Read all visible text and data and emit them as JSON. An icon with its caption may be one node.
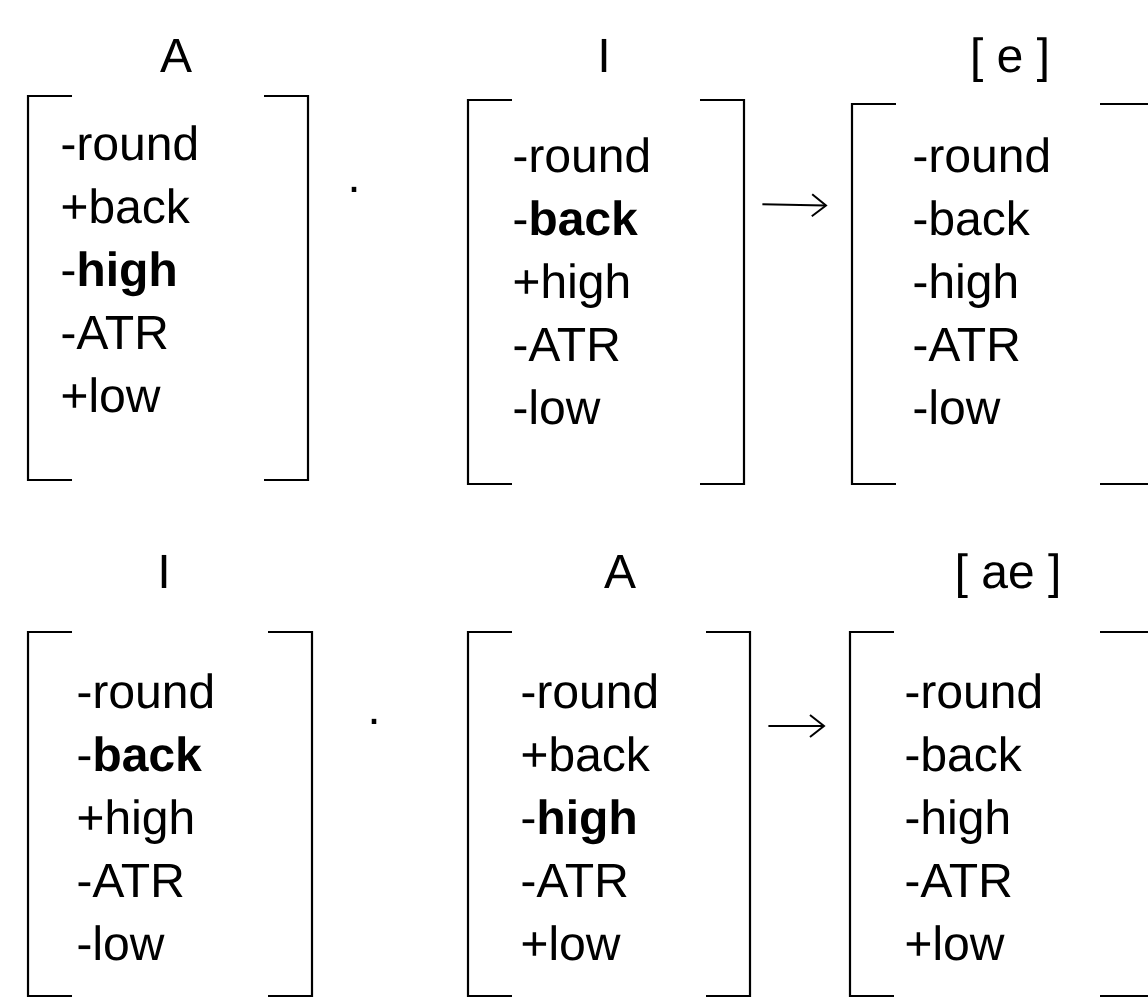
{
  "diagram": {
    "nodes": [
      {
        "text": [
          "A",
          "-round",
          "+back",
          "-**high**",
          "-ATR",
          "+low"
        ]
      },
      {
        "text": [
          "I",
          "-round",
          "-**back**",
          "+high",
          "-ATR",
          "-low"
        ]
      },
      {
        "text": [
          "[ e ]",
          "-round",
          "-back",
          "-high",
          "-ATR",
          "-low"
        ]
      },
      {
        "text": [
          "I",
          "-round",
          "-**back**",
          "+high",
          "-ATR",
          "-low"
        ]
      },
      {
        "text": [
          "A",
          "-round",
          "+back",
          "-**high**",
          "-ATR",
          "+low"
        ]
      },
      {
        "text": [
          "[ ae ]",
          "-round",
          "-back",
          "-high",
          "-ATR",
          "+low"
        ]
      }
    ],
    "edges": [
      {
        "from": 1,
        "to": 2,
        "arrow": "to"
      },
      {
        "from": 4,
        "to": 5,
        "arrow": "to"
      }
    ],
    "labels": [
      ".",
      "."
    ]
  }
}
